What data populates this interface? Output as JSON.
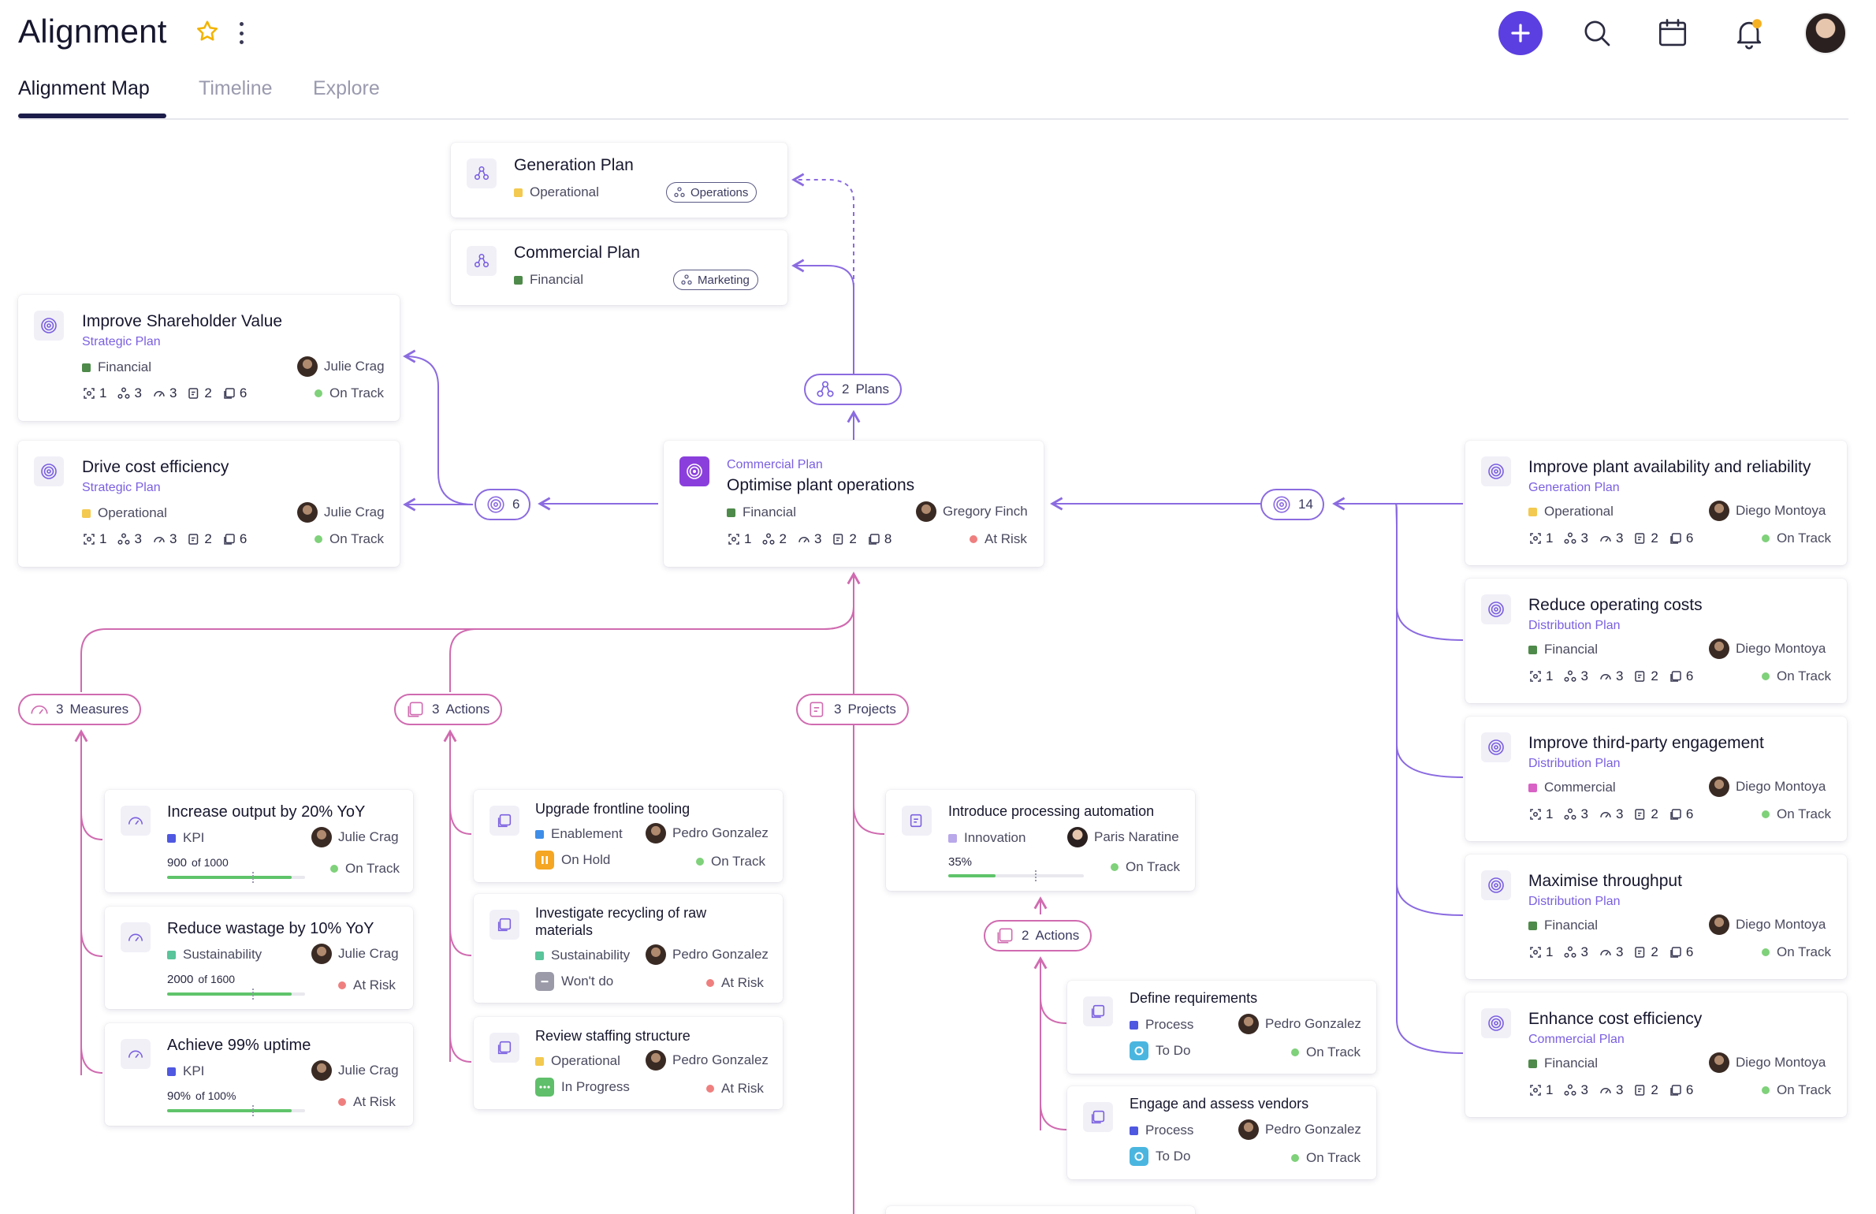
{
  "header": {
    "title": "Alignment",
    "tabs": [
      {
        "label": "Alignment Map",
        "active": true
      },
      {
        "label": "Timeline",
        "active": false
      },
      {
        "label": "Explore",
        "active": false
      }
    ],
    "icons": [
      "star-icon",
      "kebab-menu-icon",
      "add-icon",
      "search-icon",
      "calendar-icon",
      "bell-icon",
      "avatar"
    ]
  },
  "colors": {
    "accent": "#5b3fe0",
    "financial": "#4e8a4a",
    "operational": "#f3c94f",
    "commercial": "#d862c5",
    "kpi": "#4f58e0",
    "sustainability": "#5ac49a",
    "enablement": "#3e8ee8",
    "innovation": "#b9a8ea",
    "process": "#4f58e0",
    "on_track": "#7fd17a",
    "at_risk": "#ef7f7f"
  },
  "plans": [
    {
      "title": "Generation Plan",
      "category": "Operational",
      "tag": "Operations"
    },
    {
      "title": "Commercial Plan",
      "category": "Financial",
      "tag": "Marketing"
    }
  ],
  "plans_chip": {
    "count": "2",
    "label": "Plans"
  },
  "center": {
    "subtitle": "Commercial Plan",
    "title": "Optimise plant operations",
    "category": "Financial",
    "owner": "Gregory Finch",
    "stats": [
      "1",
      "2",
      "3",
      "2",
      "8"
    ],
    "status": "At Risk"
  },
  "left_chip": {
    "count": "6"
  },
  "right_chip": {
    "count": "14"
  },
  "left_objectives": [
    {
      "title": "Improve Shareholder Value",
      "plan": "Strategic Plan",
      "category": "Financial",
      "owner": "Julie Crag",
      "stats": [
        "1",
        "3",
        "3",
        "2",
        "6"
      ],
      "status": "On Track"
    },
    {
      "title": "Drive cost efficiency",
      "plan": "Strategic Plan",
      "category": "Operational",
      "owner": "Julie Crag",
      "stats": [
        "1",
        "3",
        "3",
        "2",
        "6"
      ],
      "status": "On Track"
    }
  ],
  "right_objectives": [
    {
      "title": "Improve plant availability and reliability",
      "plan": "Generation Plan",
      "category": "Operational",
      "owner": "Diego Montoya",
      "stats": [
        "1",
        "3",
        "3",
        "2",
        "6"
      ],
      "status": "On Track"
    },
    {
      "title": "Reduce operating costs",
      "plan": "Distribution Plan",
      "category": "Financial",
      "owner": "Diego Montoya",
      "stats": [
        "1",
        "3",
        "3",
        "2",
        "6"
      ],
      "status": "On Track"
    },
    {
      "title": "Improve third-party engagement",
      "plan": "Distribution Plan",
      "category": "Commercial",
      "owner": "Diego Montoya",
      "stats": [
        "1",
        "3",
        "3",
        "2",
        "6"
      ],
      "status": "On Track"
    },
    {
      "title": "Maximise throughput",
      "plan": "Distribution Plan",
      "category": "Financial",
      "owner": "Diego Montoya",
      "stats": [
        "1",
        "3",
        "3",
        "2",
        "6"
      ],
      "status": "On Track"
    },
    {
      "title": "Enhance cost efficiency",
      "plan": "Commercial Plan",
      "category": "Financial",
      "owner": "Diego Montoya",
      "stats": [
        "1",
        "3",
        "3",
        "2",
        "6"
      ],
      "status": "On Track"
    }
  ],
  "measures_chip": {
    "count": "3",
    "label": "Measures"
  },
  "actions_chip": {
    "count": "3",
    "label": "Actions"
  },
  "projects_chip": {
    "count": "3",
    "label": "Projects"
  },
  "sub_actions_chip": {
    "count": "2",
    "label": "Actions"
  },
  "measures": [
    {
      "title": "Increase output by 20% YoY",
      "category": "KPI",
      "owner": "Julie Crag",
      "value": "900",
      "target": "of 1000",
      "progress": 0.9,
      "status": "On Track"
    },
    {
      "title": "Reduce wastage by 10% YoY",
      "category": "Sustainability",
      "owner": "Julie Crag",
      "value": "2000",
      "target": "of 1600",
      "progress": 0.9,
      "status": "At Risk"
    },
    {
      "title": "Achieve 99% uptime",
      "category": "KPI",
      "owner": "Julie Crag",
      "value": "90%",
      "target": "of 100%",
      "progress": 0.9,
      "status": "At Risk"
    }
  ],
  "actions": [
    {
      "title": "Upgrade frontline tooling",
      "category": "Enablement",
      "owner": "Pedro Gonzalez",
      "work_state": "On Hold",
      "status": "On Track"
    },
    {
      "title": "Investigate recycling of raw",
      "title2": "materials",
      "category": "Sustainability",
      "owner": "Pedro Gonzalez",
      "work_state": "Won't do",
      "status": "At Risk"
    },
    {
      "title": "Review staffing structure",
      "category": "Operational",
      "owner": "Pedro Gonzalez",
      "work_state": "In Progress",
      "status": "At Risk"
    }
  ],
  "project": {
    "title": "Introduce processing automation",
    "category": "Innovation",
    "owner": "Paris Naratine",
    "progress_label": "35%",
    "progress": 0.35,
    "status": "On Track"
  },
  "sub_actions": [
    {
      "title": "Define requirements",
      "category": "Process",
      "owner": "Pedro Gonzalez",
      "work_state": "To Do",
      "status": "On Track"
    },
    {
      "title": "Engage and assess vendors",
      "category": "Process",
      "owner": "Pedro Gonzalez",
      "work_state": "To Do",
      "status": "On Track"
    }
  ]
}
